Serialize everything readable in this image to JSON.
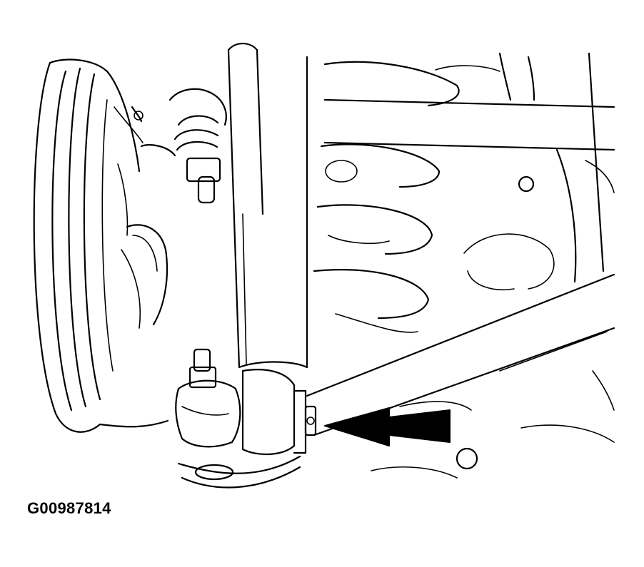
{
  "figure": {
    "code": "G00987814"
  },
  "colors": {
    "line": "#000000",
    "background": "#ffffff",
    "arrow": "#000000"
  },
  "parts": [
    "wheel-hub",
    "brake-rotor",
    "tie-rod-end",
    "shock-absorber",
    "coil-spring",
    "frame-crossmember",
    "lower-control-arm",
    "ball-joint",
    "stabilizer-link-bushing",
    "indicator-arrow"
  ]
}
